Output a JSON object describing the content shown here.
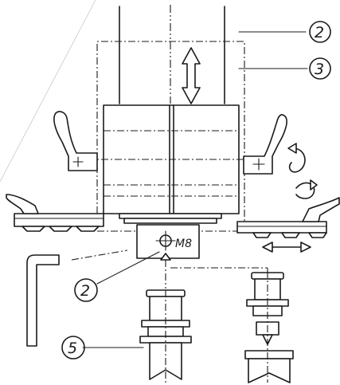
{
  "callouts": {
    "top_2": "2",
    "top_3": "3",
    "mid_2": "2",
    "bottom_5": "5"
  },
  "thread_label": "M8"
}
